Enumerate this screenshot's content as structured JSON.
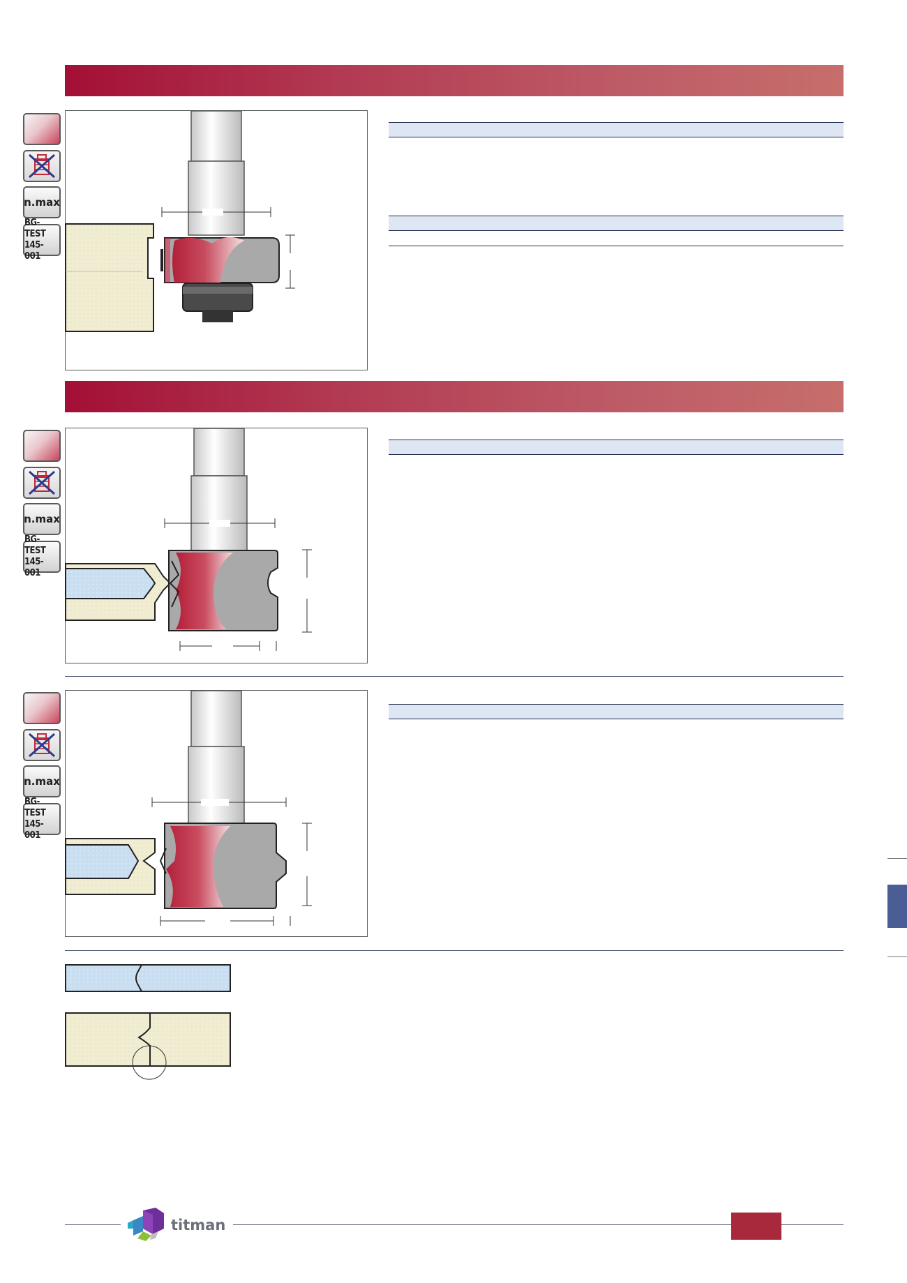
{
  "sidebar_icons": {
    "nmax_label": "n.max",
    "test_line1": "BG-TEST",
    "test_line2": "145-001"
  },
  "footer": {
    "brand_name": "titman"
  },
  "colors": {
    "banner_start": "#a30f36",
    "banner_end": "#c76e6c",
    "table_header": "#dfe6f3",
    "side_tab": "#4a5e95",
    "page_tab": "#a8283c",
    "wood": "#f1edd2",
    "glass": "#c9def1",
    "cutter_red": "#b3203a",
    "cutter_grey": "#a7a7a7"
  }
}
